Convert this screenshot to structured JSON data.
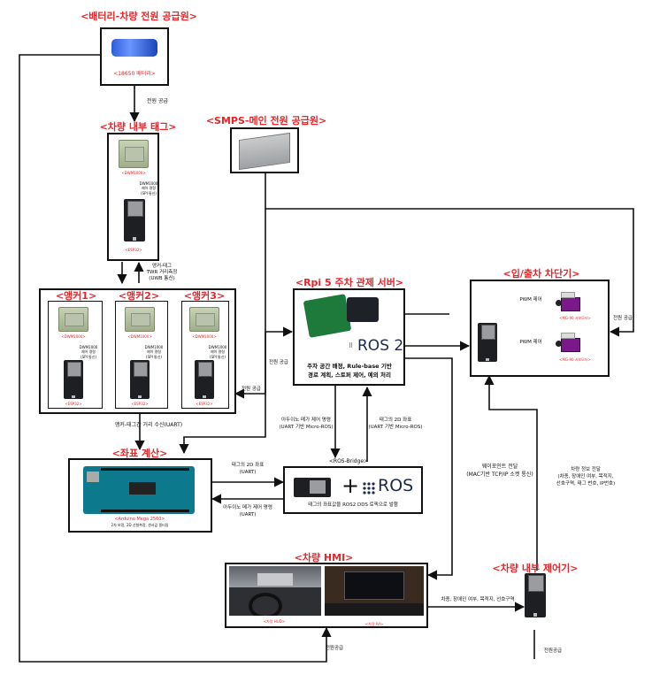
{
  "titles": {
    "battery": "<배터리-차량 전원 공급원>",
    "tag": "<차량 내부 태그>",
    "smps": "<SMPS-메인 전원 공급원>",
    "anchor1": "<앵커1>",
    "anchor2": "<앵커2>",
    "anchor3": "<앵커3>",
    "rpi": "<Rpi 5 주차 관제 서버>",
    "gate": "<입/출차 차단기>",
    "coord": "<좌표 계산>",
    "hmi": "<차량 HMI>",
    "controller": "<차량 내부 제어기>",
    "ros_bridge": "<ROS-Bridge>"
  },
  "captions": {
    "battery": "<18650 배터리>",
    "dwm": "<DWM1000>",
    "esp32": "<ESP32>",
    "dwm_esp_link": "DWM1000\n제어 명령\n(SPI 통신)",
    "arduino": "<Arduino Mega 2560>",
    "arduino_sub": "2차 보정, 2D 선형측정, 센서값 필터링",
    "servo1": "<MG-90 서보모터>",
    "servo2": "<MG-90 서보모터>",
    "hud": "<차량 HUD>",
    "ivi": "<차량 IVI>"
  },
  "rpi": {
    "desc_line1": "주차 공간 배정, Rule-base 기반",
    "desc_line2": "경로 계획, 스토퍼 제어, 예외 처리",
    "logo": "ROS 2"
  },
  "ros_bridge": {
    "desc": "태그의 좌표값을 ROS2 DDS 토픽으로 발행",
    "logo": "ROS"
  },
  "edge_labels": {
    "battery_power": "전원 공급",
    "tag_anchor_ranging_line1": "앵커-태그",
    "tag_anchor_ranging_line2": "TWR 거리측정",
    "tag_anchor_ranging_line3": "(UWB 통신)",
    "anchor_distance": "앵커-태그간 거리 수신(UART)",
    "smps_anchor_power": "전원 공급",
    "smps_rpi_power": "전원 공급",
    "smps_gate_power": "전원 공급",
    "pwm1": "PWM 제어",
    "pwm2": "PWM 제어",
    "arduino_cmd_line1": "아두이노 메가 제어 명령",
    "arduino_cmd_line2": "(UART 기반 Micro-ROS)",
    "tag_coord_line1": "태그의 2D 좌표",
    "tag_coord_line2": "(UART 기반 Micro-ROS)",
    "coord_to_bridge_line1": "태그의 2D 좌표",
    "coord_to_bridge_line2": "(UART)",
    "bridge_to_coord_line1": "아두이노 메가 제어 명령",
    "bridge_to_coord_line2": "(UART)",
    "waypoint_line1": "웨이포인트 전달",
    "waypoint_line2": "(MAC기반 TCP/IP 소켓 통신)",
    "vehicle_info_line1": "차량 정보 전달",
    "vehicle_info_line2": "(차종, 장애인 여부, 목적지,",
    "vehicle_info_line3": "선호구역, 태그 번호, IP번호)",
    "hmi_to_ctrl": "차종, 장애인 여부, 목적지, 선호구역",
    "hmi_power": "전원공급",
    "ctrl_power": "전원공급"
  },
  "colors": {
    "title_red": "#e8262a",
    "wire": "#111111"
  }
}
